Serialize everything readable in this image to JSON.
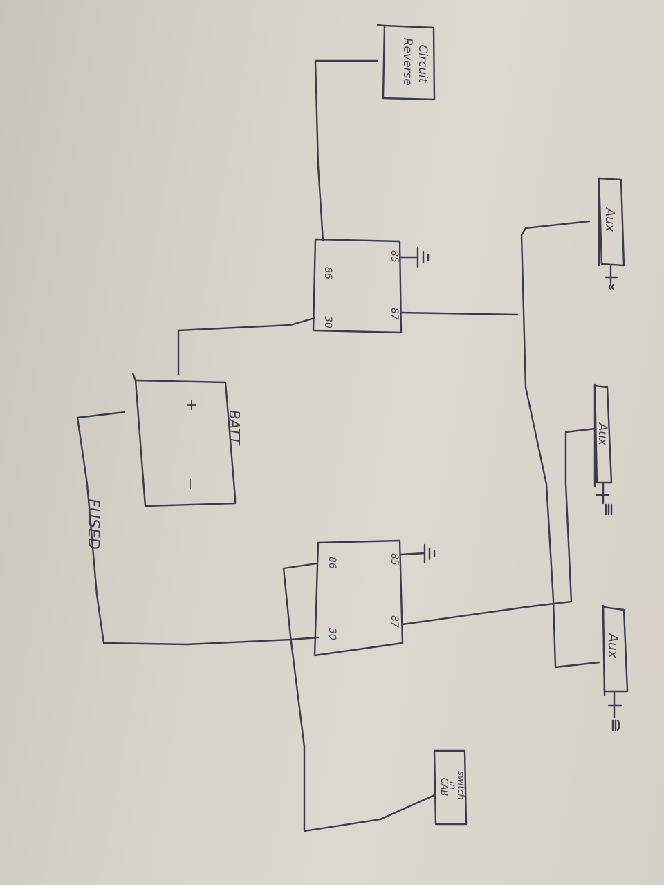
{
  "ink_color": "#3f3a4a",
  "paper_color": "#d8d3ca",
  "labels": {
    "reverse_circuit": [
      "Reverse",
      "Circuit"
    ],
    "battery": "BATT.",
    "battery_pos": "+",
    "battery_neg": "−",
    "fused": "FUSED",
    "aux_top": "Aux",
    "aux_mid": "Aux",
    "aux_bottom": "Aux",
    "switch_in_cab": [
      "switch",
      "in",
      "CAB"
    ]
  },
  "relays": [
    {
      "id": "relay-top",
      "pins": {
        "p86": "86",
        "p85": "85",
        "p30": "30",
        "p87": "87"
      }
    },
    {
      "id": "relay-bottom",
      "pins": {
        "p86": "86",
        "p85": "85",
        "p30": "30",
        "p87": "87"
      }
    }
  ],
  "icons": [
    "ground-icon",
    "light-beam-icon"
  ]
}
